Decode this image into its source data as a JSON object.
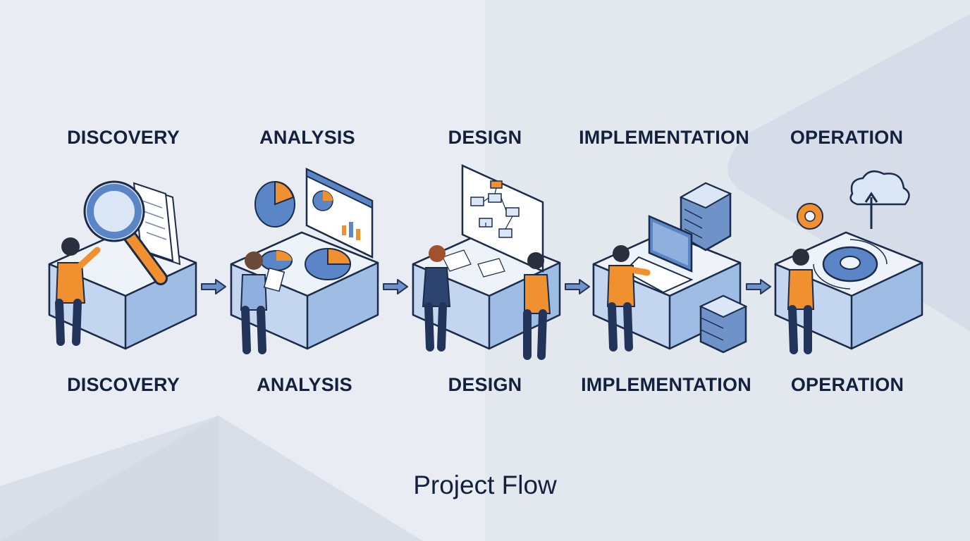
{
  "stages": [
    {
      "top_label": "DISCOVERY",
      "bottom_label": "DISCOVERY",
      "icon": "magnifier-documents-icon"
    },
    {
      "top_label": "ANALYSIS",
      "bottom_label": "ANALYSIS",
      "icon": "charts-dashboard-icon"
    },
    {
      "top_label": "DESIGN",
      "bottom_label": "DESIGN",
      "icon": "flowchart-board-icon"
    },
    {
      "top_label": "IMPLEMENTATION",
      "bottom_label": "IMPLEMENTATION",
      "icon": "laptop-servers-icon"
    },
    {
      "top_label": "OPERATION",
      "bottom_label": "OPERATION",
      "icon": "gears-cloud-icon"
    }
  ],
  "footer": {
    "title": "Project Flow"
  },
  "colors": {
    "navy": "#13213e",
    "block_blue": "#8fb0de",
    "block_top": "#eef3fa",
    "accent_orange": "#f0902f",
    "background": "#e9edf3"
  }
}
